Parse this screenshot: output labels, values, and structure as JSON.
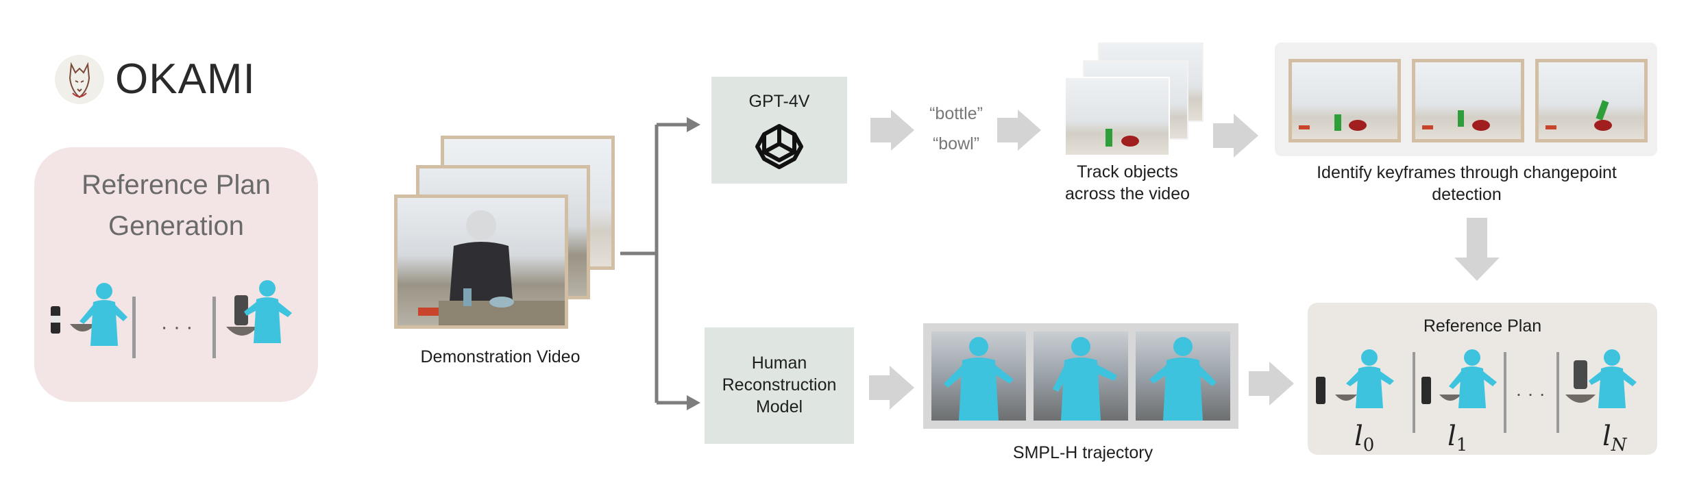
{
  "brand": {
    "name": "OKAMI"
  },
  "left_panel": {
    "title": "Reference Plan Generation",
    "dots": "· · ·"
  },
  "demo": {
    "label": "Demonstration Video"
  },
  "gpt": {
    "label": "GPT-4V"
  },
  "objects": {
    "item1": "“bottle”",
    "item2": "“bowl”"
  },
  "track": {
    "label": "Track objects across the video"
  },
  "keyframes": {
    "label": "Identify keyframes through changepoint detection"
  },
  "human_model": {
    "label": "Human Reconstruction Model"
  },
  "smpl": {
    "label": "SMPL-H trajectory"
  },
  "ref_plan": {
    "title": "Reference Plan",
    "dots": "· · ·",
    "l0": "l",
    "l0_sub": "0",
    "l1": "l",
    "l1_sub": "1",
    "lN": "l",
    "lN_sub": "N"
  },
  "colors": {
    "panel_pink": "#f3e4e6",
    "box_grey": "#dfe5e1",
    "arrow_grey": "#d4d4d4",
    "human_blue": "#3ec3de",
    "frame_border": "#d2bea2"
  },
  "icons": [
    "wolf-logo-icon",
    "openai-logo-icon"
  ]
}
